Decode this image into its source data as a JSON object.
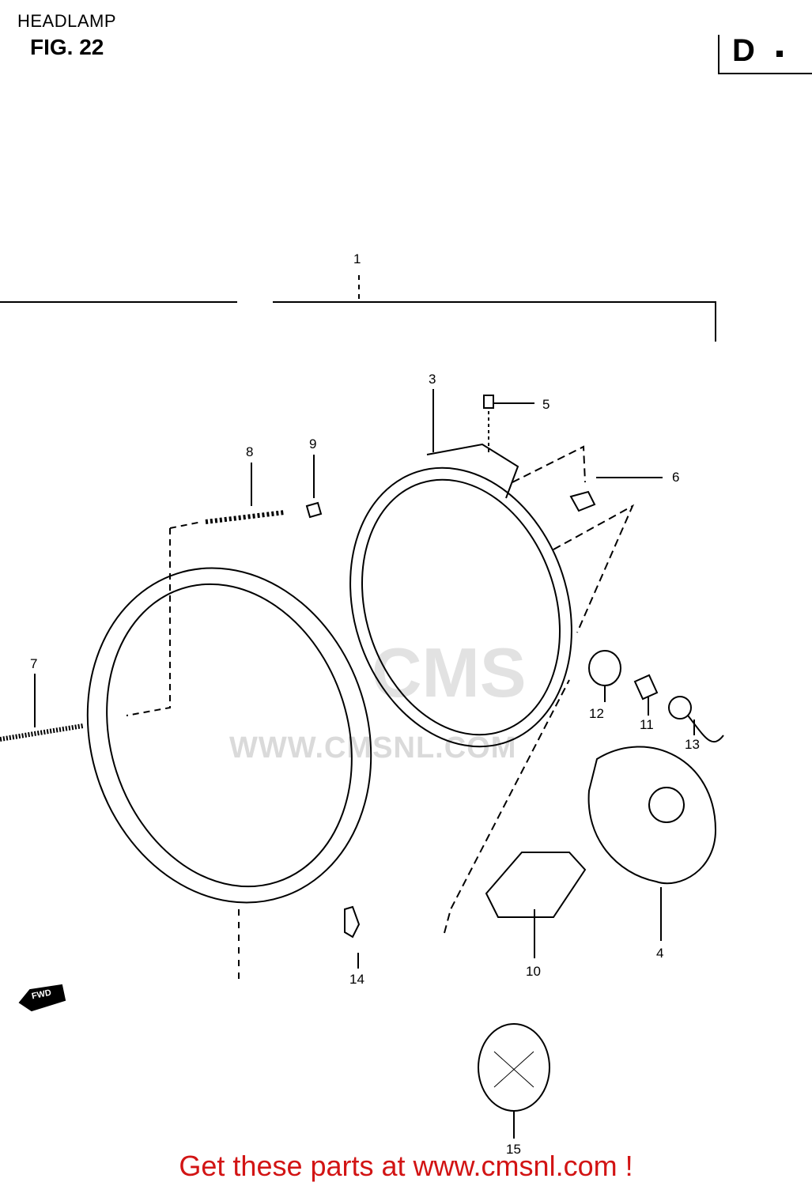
{
  "header": {
    "title": "HEADLAMP",
    "figure": "FIG. 22",
    "section_code": "D"
  },
  "watermark": {
    "logo_text": "CMS",
    "url": "WWW.CMSNL.COM"
  },
  "arrow_label": "FWD",
  "callouts": [
    "1",
    "3",
    "5",
    "6",
    "8",
    "9",
    "7",
    "12",
    "11",
    "13",
    "14",
    "10",
    "4",
    "15"
  ],
  "footer": {
    "text": "Get these parts at www.cmsnl.com !",
    "color": "#d21414"
  }
}
